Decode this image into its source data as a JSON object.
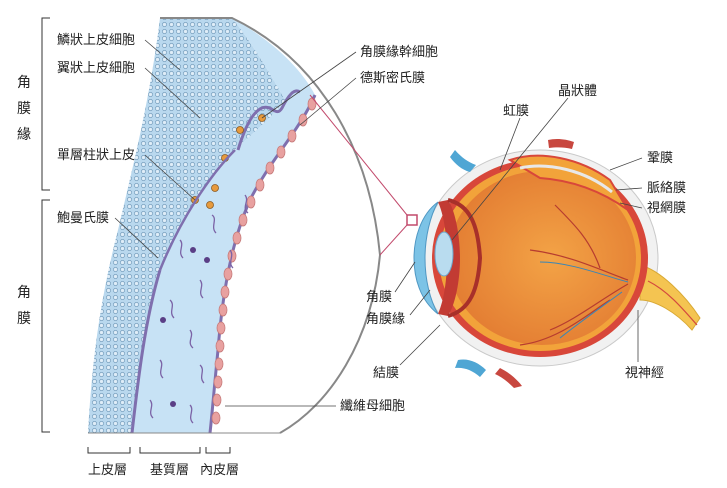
{
  "side_labels": {
    "corneal_limbus": "角膜緣",
    "cornea": "角膜"
  },
  "inset_labels": {
    "squamous_epithelial": "鱗狀上皮細胞",
    "wing_epithelial": "翼狀上皮細胞",
    "columnar_epithelium": "單層柱狀上皮",
    "bowman_membrane": "鮑曼氏膜",
    "limbal_stem_cells": "角膜緣幹細胞",
    "descemet_membrane": "德斯密氏膜",
    "fibroblast": "纖維母細胞"
  },
  "layer_labels": {
    "epithelium": "上皮層",
    "stroma": "基質層",
    "endothelium": "內皮層"
  },
  "eye_labels": {
    "iris": "虹膜",
    "lens": "晶狀體",
    "sclera": "鞏膜",
    "choroid": "脈絡膜",
    "retina": "視網膜",
    "cornea": "角膜",
    "limbus": "角膜緣",
    "conjunctiva": "結膜",
    "optic_nerve": "視神經"
  },
  "colors": {
    "inset_border": "#888888",
    "epithelium_fill": "#b9d8ee",
    "stroma_fill": "#c7e2f5",
    "membrane": "#7f6fae",
    "endothelium": "#e8a1a0",
    "stem_cell": "#e79a3c",
    "leader_line": "#444444",
    "zoom_line": "#c24a6c",
    "sclera": "#f1f1f1",
    "choroid": "#d8473a",
    "retina": "#f2a33a",
    "vitreous": "#ee8f3c",
    "optic_nerve": "#f4c451",
    "cornea_blue": "#7cc3e6"
  }
}
